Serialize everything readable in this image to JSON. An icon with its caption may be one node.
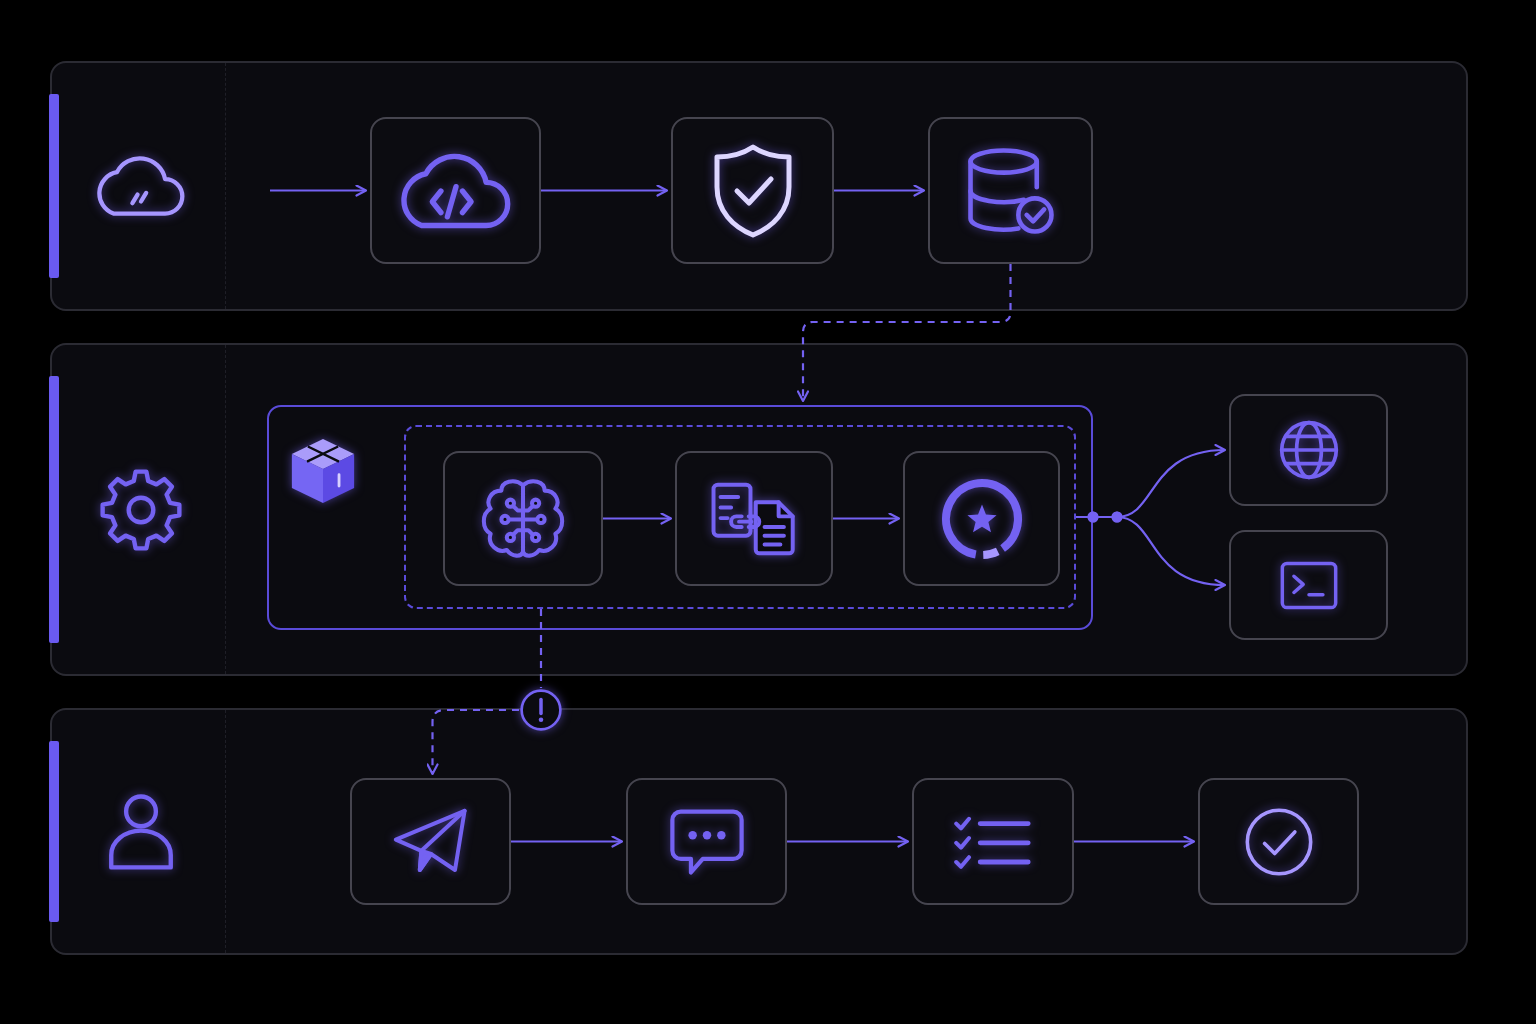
{
  "diagram": {
    "nodes": [
      {
        "text": [],
        "shape": "band"
      },
      {
        "text": [],
        "shape": "box",
        "in": 0
      },
      {
        "text": [],
        "shape": "box",
        "in": 0
      },
      {
        "text": [],
        "shape": "box",
        "in": 0
      },
      {
        "text": [],
        "shape": "band"
      },
      {
        "text": [],
        "shape": "box",
        "in": 4
      },
      {
        "text": [],
        "shape": "box",
        "in": 5
      },
      {
        "text": [],
        "shape": "box",
        "in": 6
      },
      {
        "text": [],
        "shape": "box",
        "in": 6
      },
      {
        "text": [],
        "shape": "box",
        "in": 6
      },
      {
        "text": [],
        "shape": "box",
        "in": 4
      },
      {
        "text": [],
        "shape": "box",
        "in": 4
      },
      {
        "text": [],
        "shape": "band"
      },
      {
        "text": [],
        "shape": "circle"
      },
      {
        "text": [],
        "shape": "box",
        "in": 12
      },
      {
        "text": [],
        "shape": "box",
        "in": 12
      },
      {
        "text": [],
        "shape": "box",
        "in": 12
      },
      {
        "text": [],
        "shape": "box",
        "in": 12
      }
    ],
    "edges": [
      {
        "from": null,
        "to": 1,
        "arrow": "to"
      },
      {
        "from": 1,
        "to": 2,
        "arrow": "to"
      },
      {
        "from": 2,
        "to": 3,
        "arrow": "to"
      },
      {
        "from": 3,
        "to": 5,
        "arrow": "to",
        "style": "dashed"
      },
      {
        "from": 7,
        "to": 8,
        "arrow": "to"
      },
      {
        "from": 8,
        "to": 9,
        "arrow": "to"
      },
      {
        "from": 6,
        "to": 10,
        "arrow": "to"
      },
      {
        "from": 6,
        "to": 11,
        "arrow": "to"
      },
      {
        "from": 6,
        "to": 13,
        "arrow": "none",
        "style": "dashed"
      },
      {
        "from": 13,
        "to": 14,
        "arrow": "to",
        "style": "dashed"
      },
      {
        "from": 14,
        "to": 15,
        "arrow": "to"
      },
      {
        "from": 15,
        "to": 16,
        "arrow": "to"
      },
      {
        "from": 16,
        "to": 17,
        "arrow": "to"
      }
    ]
  }
}
